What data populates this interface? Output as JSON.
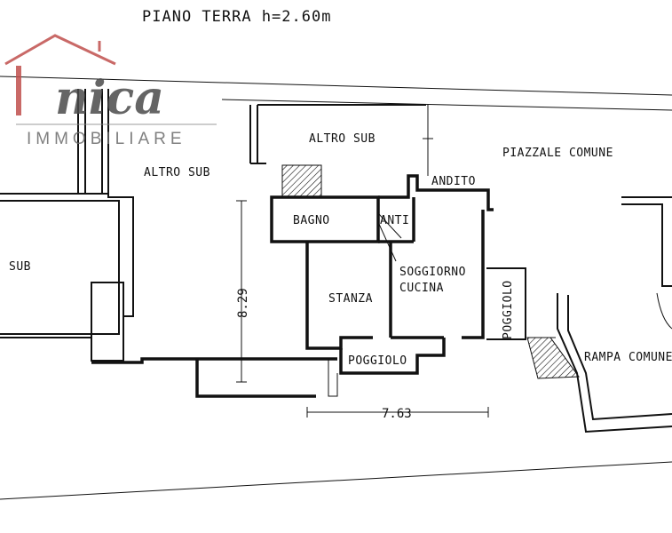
{
  "title": "PIANO TERRA h=2.60m",
  "logo": {
    "main_text": "nica",
    "sub_text": "IMMOBILIARE",
    "roof_color": "#c0504d",
    "text_color": "#4b4b4b"
  },
  "rooms": [
    {
      "key": "altro_sub_left",
      "label": "ALTRO SUB"
    },
    {
      "key": "altro_sub_top",
      "label": "ALTRO SUB"
    },
    {
      "key": "piazzale_comune",
      "label": "PIAZZALE COMUNE"
    },
    {
      "key": "andito",
      "label": "ANDITO"
    },
    {
      "key": "bagno",
      "label": "BAGNO"
    },
    {
      "key": "anti",
      "label": "ANTI"
    },
    {
      "key": "sub",
      "label": "SUB"
    },
    {
      "key": "soggiorno_cucina",
      "label": "SOGGIORNO\nCUCINA"
    },
    {
      "key": "stanza",
      "label": "STANZA"
    },
    {
      "key": "poggiolo_right",
      "label": "POGGIOLO"
    },
    {
      "key": "poggiolo_bottom",
      "label": "POGGIOLO"
    },
    {
      "key": "rampa",
      "label": "RAMPA COMUNE"
    }
  ],
  "dimensions": {
    "height_label": "8.29",
    "width_label": "7.63"
  }
}
